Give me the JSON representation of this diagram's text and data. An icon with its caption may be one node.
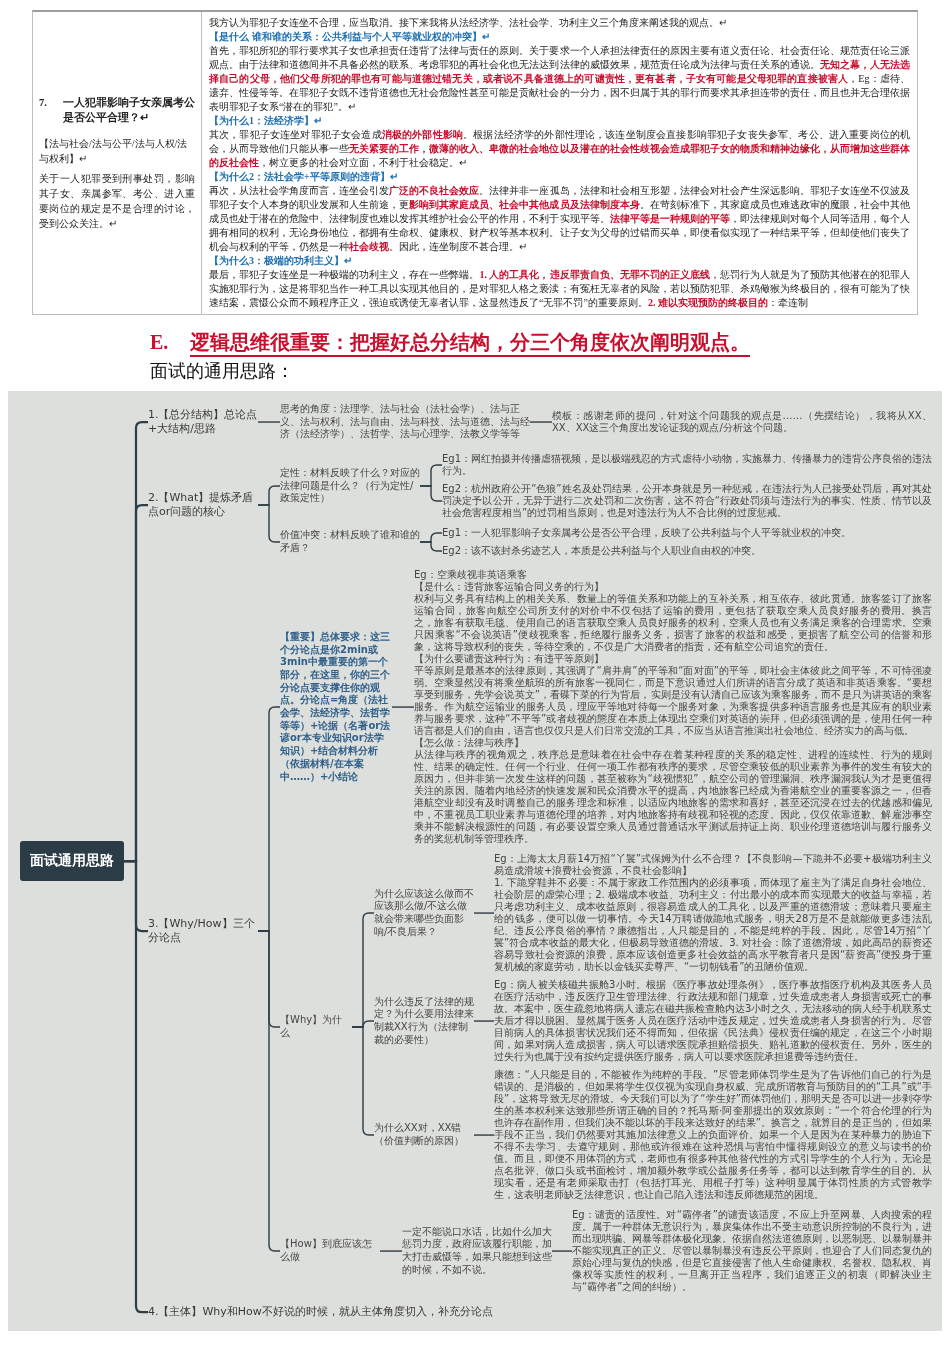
{
  "diagram": {
    "title": "逻辑思维很重要：把握好总分结构，分三个角度依次阐明观点。",
    "nodes": [
      {
        "text": [
          "面试通用思路"
        ]
      },
      {
        "text": [
          "1.【总分结构】总论点+大结构/思路"
        ]
      },
      {
        "text": [
          "思考的角度：法理学、法与社会（法社会学）、法与正义、法与权利、法与自由、法与科技、法与道德、法与经济（法经济学）、法哲学、法与心理学、法教义学等等"
        ]
      },
      {
        "text": [
          "模板：感谢老师的提问，针对这个问题我的观点是……（先摆结论），我将从XX、XX、XX这三个角度出发论证我的观点/分析这个问题。"
        ]
      },
      {
        "text": [
          "2.【What】提炼矛盾点or问题的核心"
        ]
      },
      {
        "text": [
          "定性：材料反映了什么？对应的法律问题是什么？（行为定性/政策定性）"
        ]
      },
      {
        "text": [
          "Eg1：网红拍摄并传播虐猫视频，是以极端残忍的方式虐待小动物，实施暴力、传播暴力的违背公序良俗的违法行为。"
        ]
      },
      {
        "text": [
          "Eg2：杭州政府公开“色狼”姓名及处罚结果，公开本身就是另一种惩戒，在违法行为人已接受处罚后，再对其处罚决定予以公开，无异于进行二次处罚和二次伤害，这不符合“行政处罚须与违法行为的事实、性质、情节以及社会危害程度相当”的过罚相当原则，也是对违法行为人不合比例的过度惩戒。"
        ]
      },
      {
        "text": [
          "价值冲突：材料反映了谁和谁的矛盾？"
        ]
      },
      {
        "text": [
          "Eg1：一人犯罪影响子女亲属考公是否公平合理，反映了公共利益与个人平等就业权的冲突。"
        ]
      },
      {
        "text": [
          "Eg2：该不该封杀劣迹艺人，本质是公共利益与个人职业自由权的冲突。"
        ]
      },
      {
        "text": [
          "3.【Why/How】三个分论点"
        ]
      },
      {
        "text": [
          "【重要】总体要求：这三个分论点是你2min或3min中最重要的第一个部分，在这里，你的三个分论点要支撑住你的观点。分论点=角度（法社会学、法经济学、法哲学等等）+论据（名著or法谚or本专业知识or法学知识）+结合材料分析（依据材料/在本案中……）+小结论"
        ]
      },
      {
        "text": [
          "Eg：空乘歧视非英语乘客",
          "【是什么：违背旅客运输合同义务的行为】",
          "权利与义务具有结构上的相关关系、数量上的等值关系和功能上的互补关系，相互依存、彼此贯通。旅客签订了旅客运输合同，旅客向航空公司所支付的对价中不仅包括了运输的费用，更包括了获取空乘人员良好服务的费用。换言之，旅客有获取毛毯、使用自己的语言获取空乘人员良好服务的权利，空乘人员也有义务满足乘客的合理需求。空乘只因乘客“不会说英语”便歧视乘客，拒绝履行服务义务，损害了旅客的权益和感受，更损害了航空公司的信誉和形象，这将导致权利的丧失，等待空乘的，不仅是广大消费者的指责，还有航空公司追究的责任。",
          "【为什么要谴责这种行为：有违平等原则】",
          "平等原则是最基本的法律原则，其强调了“肩并肩”的平等和“面对面”的平等，即社会主体彼此之间平等，不可恃强凌弱。空乘显然没有将乘坐航班的所有旅客一视同仁，而是下意识通过人们所讲的语言分成了英语和非英语乘客。“要想享受到服务，先学会说英文”，看碟下菜的行为背后，实则是没有认清自己应该为乘客服务，而不是只为讲英语的乘客服务。作为航空运输业的服务人员，理应平等地对待每一个服务对象，为乘客提供多种语言服务也是其应有的职业素养与服务要求，这种“不平等”或者歧视的態度在本质上体现出空乘们对英语的崇拜，但必须强调的是，使用任何一种语言都是人们的自由，语言也仅仅只是人们日常交流的工具，不应当从语言推演出社会地位、经济实力的高与低。",
          "【怎么做：法律与秩序】",
          "从法律与秩序的视角观之，秩序总是意味着在社会中存在着某种程度的关系的稳定性、进程的连续性、行为的规则性、结果的确定性。任何一个行业、任何一项工作都有秩序的要求，尽管空乘较低的职业素养为事件的发生有较大的原因力，但并非第一次发生这样的问题，甚至被称为“歧视惯犯”，航空公司的管理漏洞、秩序漏洞我认为才是更值得关注的原因。随着内地经济的快速发展和民众消费水平的提高，内地旅客已经成为香港航空业的重要客源之一，但香港航空业却没有及时调整自己的服务理念和标准，以适应内地旅客的需求和喜好，甚至还沉浸在过去的优越感和偏见中，不重视员工职业素养与道德伦理的培养，对内地旅客持有歧视和轻视的态度。因此，仅仅依靠道歉、解雇涉事空乘并不能解决根源性的问题，有必要设置空乘人员通过普通话水平测试后持证上岗、职业伦理道德培训与履行服务义务的奖惩机制等管理秩序。"
        ]
      },
      {
        "text": [
          "【Why】为什么"
        ]
      },
      {
        "text": [
          "为什么应该这么做而不应该那么做/不这么做就会带来哪些负面影响/不良后果？"
        ]
      },
      {
        "text": [
          "Eg：上海太太月薪14万招“丫鬟”式保姆为什么不合理？【不良影响—下跪并不必要+极端功利主义易造成滑坡+浪费社会资源，不良社会影响】",
          "1. 下跪穿鞋并不必要：不属于家政工作范围内的必须事项，而体现了雇主为了满足自身社会地位、社会阶层的虚荣心理；2. 极端成本收益、功利主义：付出最小的成本而实现最大的收益与幸福，若只考虑功利主义、成本收益原则，很容易造成人的工具化，以及严重的道德滑坡；意味着只要雇主给的钱多，便可以做一切事情。今天14万聘请做跪地式服务，明天28万是不是就能做更多违法乱纪、违反公序良俗的事情？康德指出，人只能是目的，不能是纯粹的手段。因此，尽管14万招“丫鬟”符合成本收益的最大化，但极易导致道德的滑坡。3. 对社会：除了道德滑坡，如此高昂的薪资还容易导致社会资源的浪费，原本应该创造更多社会效益的高水平教育者只是因“薪资高”便投身于重复机械的家庭劳动，助长以金钱买卖尊严、“一切朝钱看”的丑陋价值观。"
        ]
      },
      {
        "text": [
          "为什么违反了法律的规定？为什么要用法律来制裁XX行为（法律制裁的必要性）"
        ]
      },
      {
        "text": [
          "Eg：病人被关核磁共振舱3小时。根据《医疗事故处理条例》，医疗事故指医疗机构及其医务人员在医疗活动中，违反医疗卫生管理法律、行政法规和部门规章，过失造成患者人身损害或死亡的事故。本案中，医生疏忽地将病人遗忘在磁共振检查舱内达3小时之久，无法移动的病人经手机联系丈夫后才得以脱困。显然属于医务人员在医疗活动中违反规定，过失造成患者人身损害的行为。尽管目前病人的具体损害状况我们还不得而知，但依据《民法典》侵权责任编的规定，在这三个小时期间，如果对病人造成损害，病人可以请求医院承担赔偿损失、赔礼道歉的侵权责任。另外，医生的过失行为也属于没有按约定提供医疗服务，病人可以要求医院承担退费等违约责任。"
        ]
      },
      {
        "text": [
          "为什么XX对，XX错（价值判断的原因）"
        ]
      },
      {
        "text": [
          "康德：“人只能是目的，不能被作为纯粹的手段。”尽管老师体罚学生是为了告诉他们自己的行为是错误的、是消极的，但如果将学生仅仅视为实现自身权威、完成所谓教育与预防目的的“工具”或“手段”，这将导致无尽的滑坡。今天我们可以为了“学生好”而体罚他们，那明天是否可以进一步剥夺学生的基本权利来达致那些所谓正确的目的？托马斯·阿奎那提出的双效原则：“一个符合伦理的行为也许存在副作用，但我们决不能以坏的手段来达致好的结果”。换言之，就算目的是正当的，但如果手段不正当，我们仍然要对其施加法律意义上的负面评价。如果一个人是因为在某种暴力的胁迫下不得不去学习、去遵守规则，那他或许很难在这种恐惧与害怕中懂得规则设立的意义与读书的价值。而且，即便不用体罚的方式，老师也有很多种其他替代性的方式引导学生的个人行为，无论是点名批评、做口头或书面检讨，增加额外教学或公益服务任务等，都可以达到教育学生的目的。从现实看，还是有老师采取击打（包括打耳光、用棍子打等）这种明显属于体罚性质的方式管教学生，这表明老师缺乏法律意识，也让自己陷入违法和违反师德规范的困境。"
        ]
      },
      {
        "text": [
          "【How】到底应该怎么做"
        ]
      },
      {
        "text": [
          "一定不能说口水话，比如什么加大惩罚力度，政府应该履行职能，加大打击威慑等，如果只能想到这些的时候，不如不说。"
        ]
      },
      {
        "text": [
          "Eg：谴责的适度性。对“霸停者”的谴责该适度，不应上升至网暴、人肉搜索的程度。属于一种群体无意识行为，暴戾集体作出不受主动意识所控制的不良行为，进而出现哄骗、网暴等群体极化现象。依据自然法道德原则，以恶制恶、以暴制暴并不能实现真正的正义。尽管以暴制暴没有违反公平原则，也迎合了人们同态复仇的原始心理与复仇的快感，但是它直接侵害了他人生命健康权、名誉权、隐私权、肖像权等实质性的权利，一旦离开正当程序，我们追逐正义的初衷（即解决业主与“霸停者”之间的纠纷）。"
        ]
      },
      {
        "text": [
          "4.【主体】Why和How不好说的时候，就从主体角度切入，补充分论点"
        ]
      }
    ],
    "edges": [
      {
        "from": 0,
        "to": 1,
        "arrow": "none"
      },
      {
        "from": 1,
        "to": 2,
        "arrow": "none"
      },
      {
        "from": 2,
        "to": 3,
        "arrow": "none"
      },
      {
        "from": 0,
        "to": 4,
        "arrow": "none"
      },
      {
        "from": 4,
        "to": 5,
        "arrow": "none"
      },
      {
        "from": 5,
        "to": 6,
        "arrow": "none"
      },
      {
        "from": 5,
        "to": 7,
        "arrow": "none"
      },
      {
        "from": 4,
        "to": 8,
        "arrow": "none"
      },
      {
        "from": 8,
        "to": 9,
        "arrow": "none"
      },
      {
        "from": 8,
        "to": 10,
        "arrow": "none"
      },
      {
        "from": 0,
        "to": 11,
        "arrow": "none"
      },
      {
        "from": 11,
        "to": 12,
        "arrow": "none"
      },
      {
        "from": 12,
        "to": 13,
        "arrow": "none"
      },
      {
        "from": 11,
        "to": 14,
        "arrow": "none"
      },
      {
        "from": 14,
        "to": 15,
        "arrow": "none"
      },
      {
        "from": 15,
        "to": 16,
        "arrow": "none"
      },
      {
        "from": 14,
        "to": 17,
        "arrow": "none"
      },
      {
        "from": 17,
        "to": 18,
        "arrow": "none"
      },
      {
        "from": 14,
        "to": 19,
        "arrow": "none"
      },
      {
        "from": 19,
        "to": 20,
        "arrow": "none"
      },
      {
        "from": 11,
        "to": 21,
        "arrow": "none"
      },
      {
        "from": 21,
        "to": 22,
        "arrow": "none"
      },
      {
        "from": 22,
        "to": 23,
        "arrow": "none"
      },
      {
        "from": 0,
        "to": 24,
        "arrow": "none"
      }
    ],
    "labels": [
      "7.",
      "一人犯罪影响子女亲属考公是否公平合理？↵",
      "【法与社会/法与公平/法与人权/法与权利】↵",
      "关于一人犯罪受到刑事处罚，影响其子女、亲属参军、考公、进入重要岗位的规定是不是合理的讨论，受到公众关注。↵",
      "我方认为罪犯子女连坐不合理，应当取消。接下来我将从法经济学、法社会学、功利主义三个角度来阐述我的观点。↵",
      "【是什么 谁和谁的关系：公共利益与个人平等就业权的冲突】↵",
      "首先，罪犯所犯的罪行要求其子女也承担责任违背了法律与责任的原则。关于要求一个人承担法律责任的原因主要有道义责任论、社会责任论、规范责任论三派观点。由于法律和道德间并不具备必然的联系、考虑罪犯的再社会化也无法达到法律的威慑效果，规范责任论成为法律与责任关系的通说。**无知之幕，人无法选择自己的父母，他们父母所犯的罪也有可能与道德过错无关，或者说不具备道德上的可谴责性，更有甚者，子女有可能是父母犯罪的直接被害人**，Eg：虐待、遗弃、性侵等等。在罪犯子女既不违背道德也无社会危险性甚至可能是贡献社会的一分力，因不归属于其的罪行而要求其承担连带的责任，而且也并无合理依据表明罪犯子女系“潜在的罪犯”。↵",
      "【为什么1：法经济学】↵",
      "其次，罪犯子女连坐对罪犯子女会造成**消极的外部性影响**。根据法经济学的外部性理论，该连坐制度会直接影响罪犯子女丧失参军、考公、进入重要岗位的机会，从而导致他们只能从事一些**无关紧要的工作，微薄的收入、卑微的社会地位以及潜在的社会性歧视会造成罪犯子女的物质和精神边缘化，从而增加这些群体的反社会性**，树立更多的社会对立面，不利于社会稳定。↵",
      "【为什么2：法社会学+平等原则的违背】↵",
      "再次，从法社会学角度而言，连坐会引发**广泛的不良社会效应**。法律并非一座孤岛，法律和社会相互形塑，法律会对社会产生深远影响。罪犯子女连坐不仅波及罪犯子女个人本身的职业发展和人生前途，更**影响到其家庭成员、社会中其他成员及法律制度本身**。在苛刻标准下，其家庭成员也难逃政审的魔眼，社会中其他成员也处于潜在的危险中、法律制度也难以发挥其维护社会公平的作用，不利于实现平等。**法律平等是一种规则的平等**，即法律规则对每个人同等适用，每个人拥有相同的权利，无论身份地位，都拥有生命权、健康权、财产权等基本权利。让子女为父母的过错而买单，即便看似实现了一种结果平等，但却使他们丧失了机会与权利的平等，仍然是一种**社会歧视**。因此，连坐制度不甚合理。↵",
      "【为什么3：极端的功利主义】↵",
      "最后，罪犯子女连坐是一种极端的功利主义，存在一些弊端。**1. 人的工具化，违反罪责自负、无罪不罚的正义底线**，惩罚行为人就是为了预防其他潜在的犯罪人实施犯罪行为，这是将罪犯当作一种工具以实现其他目的，是对罪犯人格之亵渎；有冤枉无辜者的风险，若以预防犯罪、杀鸡儆猴为终极目的，很有可能为了快速结案，震慑公众而不顾程序正义，强迫或诱使无辜者认罪，这显然违反了“无罪不罚”的重要原则。**2. 难以实现预防的终极目的**：牵连制",
      "E.",
      "面试的通用思路："
    ]
  }
}
